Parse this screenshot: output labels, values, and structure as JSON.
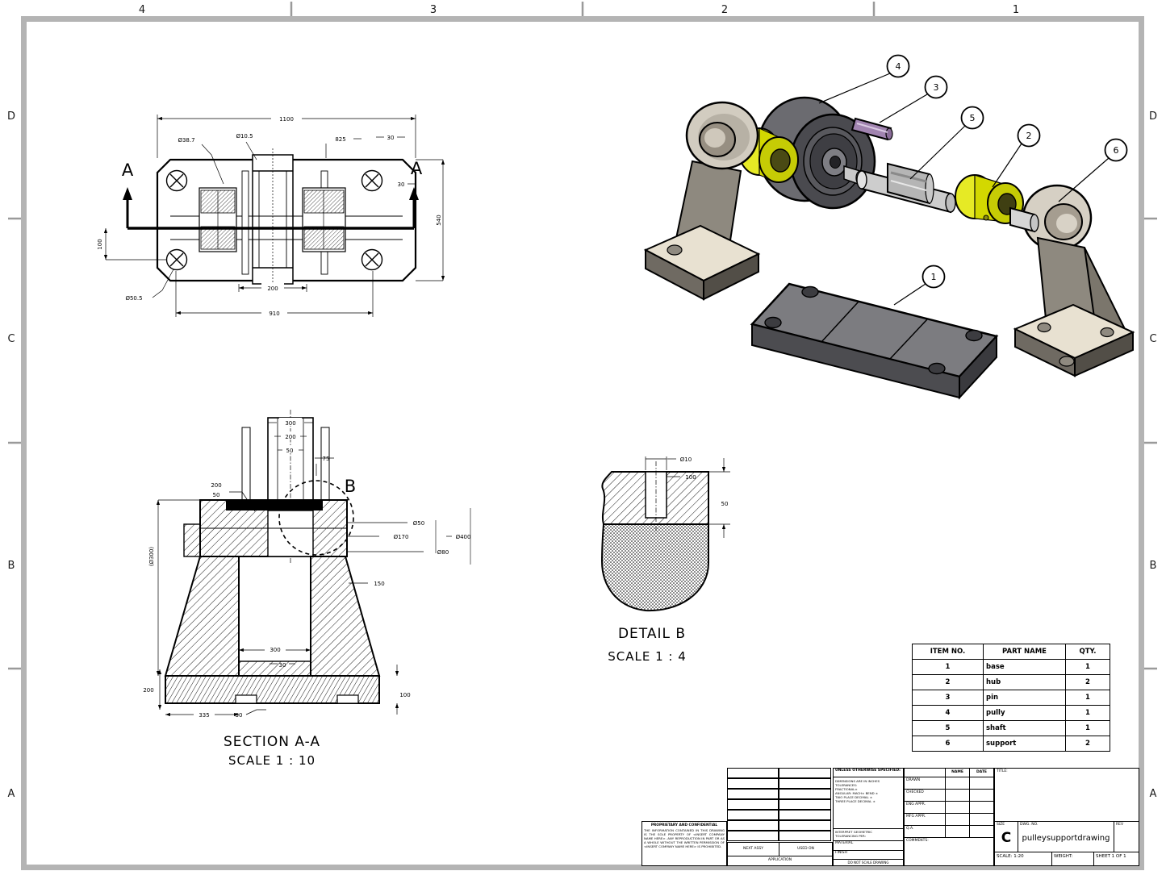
{
  "zones": {
    "top": [
      "4",
      "3",
      "2",
      "1"
    ],
    "left": [
      "D",
      "C",
      "B",
      "A"
    ],
    "right": [
      "D",
      "C",
      "B",
      "A"
    ]
  },
  "top_view": {
    "section_letter": "A",
    "dims": [
      {
        "label": "1100"
      },
      {
        "label": "Ø38.7"
      },
      {
        "label": "Ø10.5"
      },
      {
        "label": "825"
      },
      {
        "label": "30"
      },
      {
        "label": "30"
      },
      {
        "label": "100"
      },
      {
        "label": "540"
      },
      {
        "label": "200"
      },
      {
        "label": "910"
      },
      {
        "label": "Ø50.5"
      }
    ]
  },
  "section_view": {
    "title": "SECTION A-A",
    "scale": "SCALE 1 : 10",
    "detail_letter": "B",
    "dims": [
      {
        "label": "300"
      },
      {
        "label": "200"
      },
      {
        "label": "50"
      },
      {
        "label": "75"
      },
      {
        "label": "200"
      },
      {
        "label": "50"
      },
      {
        "label": "(Ø300)"
      },
      {
        "label": "Ø50"
      },
      {
        "label": "Ø170"
      },
      {
        "label": "Ø400"
      },
      {
        "label": "Ø80"
      },
      {
        "label": "150"
      },
      {
        "label": "300"
      },
      {
        "label": "30"
      },
      {
        "label": "200"
      },
      {
        "label": "100"
      },
      {
        "label": "335"
      },
      {
        "label": "30"
      }
    ]
  },
  "detail_view": {
    "title": "DETAIL B",
    "scale": "SCALE 1 : 4",
    "dims": [
      {
        "label": "Ø10"
      },
      {
        "label": "100"
      },
      {
        "label": "50"
      }
    ]
  },
  "exploded_view": {
    "balloons": [
      {
        "label": "4"
      },
      {
        "label": "3"
      },
      {
        "label": "5"
      },
      {
        "label": "2"
      },
      {
        "label": "6"
      },
      {
        "label": "1"
      }
    ]
  },
  "parts_table": {
    "headers": [
      "ITEM NO.",
      "PART NAME",
      "QTY."
    ],
    "rows": [
      {
        "item": "1",
        "name": "base",
        "qty": "1"
      },
      {
        "item": "2",
        "name": "hub",
        "qty": "2"
      },
      {
        "item": "3",
        "name": "pin",
        "qty": "1"
      },
      {
        "item": "4",
        "name": "pully",
        "qty": "1"
      },
      {
        "item": "5",
        "name": "shaft",
        "qty": "1"
      },
      {
        "item": "6",
        "name": "support",
        "qty": "2"
      }
    ]
  },
  "title_block": {
    "proprietary_heading": "PROPRIETARY AND CONFIDENTIAL",
    "proprietary_body": "THE INFORMATION CONTAINED IN THIS DRAWING IS THE SOLE PROPERTY OF <INSERT COMPANY NAME HERE>. ANY REPRODUCTION IN PART OR AS A WHOLE WITHOUT THE WRITTEN PERMISSION OF <INSERT COMPANY NAME HERE> IS PROHIBITED.",
    "next_assy": "NEXT ASSY",
    "used_on": "USED ON",
    "application": "APPLICATION",
    "unless_heading": "UNLESS OTHERWISE SPECIFIED:",
    "tol_lines": [
      "DIMENSIONS ARE IN INCHES",
      "TOLERANCES:",
      "FRACTIONAL±",
      "ANGULAR: MACH±  BEND ±",
      "TWO PLACE DECIMAL    ±",
      "THREE PLACE DECIMAL  ±"
    ],
    "interpret": "INTERPRET GEOMETRIC",
    "interpret2": "TOLERANCING PER:",
    "material": "MATERIAL",
    "finish": "FINISH",
    "do_not_scale": "DO NOT SCALE DRAWING",
    "name_header": "NAME",
    "date_header": "DATE",
    "signoff_rows": [
      {
        "label": "DRAWN"
      },
      {
        "label": "CHECKED"
      },
      {
        "label": "ENG APPR."
      },
      {
        "label": "MFG APPR."
      },
      {
        "label": "Q.A."
      },
      {
        "label": "COMMENTS:"
      }
    ],
    "title_label": "TITLE:",
    "size_label": "SIZE",
    "size_value": "C",
    "dwg_label": "DWG. NO.",
    "dwg_value": "pulleysupportdrawing",
    "rev_label": "REV",
    "scale_text": "SCALE: 1:20",
    "weight_text": "WEIGHT:",
    "sheet_text": "SHEET 1 OF 1"
  }
}
